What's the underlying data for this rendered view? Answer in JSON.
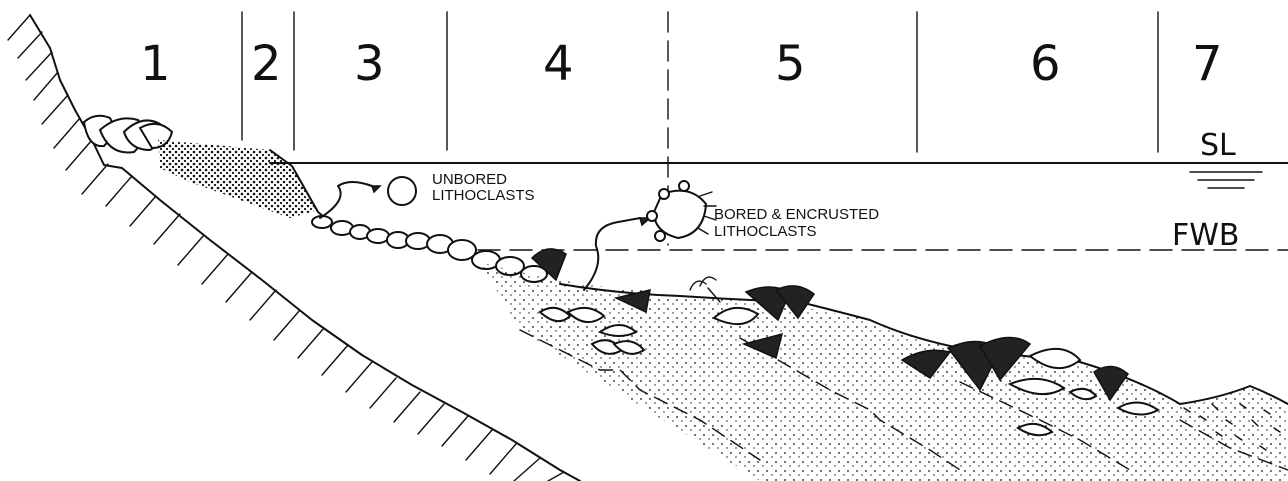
{
  "zones": [
    "1",
    "2",
    "3",
    "4",
    "5",
    "6",
    "7"
  ],
  "labels": {
    "sea_level": "SL",
    "fair_weather_base": "FWB",
    "unbored": [
      "UNBORED",
      "LITHOCLASTS"
    ],
    "bored": [
      "BORED & ENCRUSTED",
      "LITHOCLASTS"
    ]
  },
  "colors": {
    "ink": "#111111",
    "paper": "#ffffff"
  }
}
